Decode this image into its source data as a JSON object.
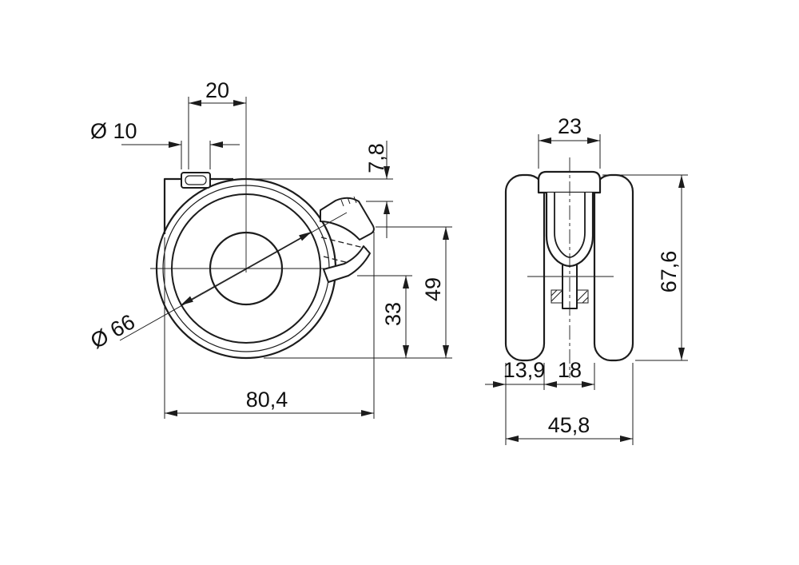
{
  "drawing": {
    "title": "Twin-wheel caster dimension drawing",
    "views": {
      "side": "side-view",
      "front": "front-view"
    }
  },
  "dims": {
    "side": {
      "pin_offset": "20",
      "pin_diameter": "Ø 10",
      "housing_offset": "7,8",
      "lever_height": "49",
      "axle_height": "33",
      "wheel_diameter": "Ø 66",
      "overall_length": "80,4"
    },
    "front": {
      "fork_width": "23",
      "overall_height": "67,6",
      "wheel_width": "13,9",
      "fork_gap": "18",
      "overall_width": "45,8"
    }
  },
  "colors": {
    "line": "#1c1c1c",
    "background": "#ffffff"
  }
}
